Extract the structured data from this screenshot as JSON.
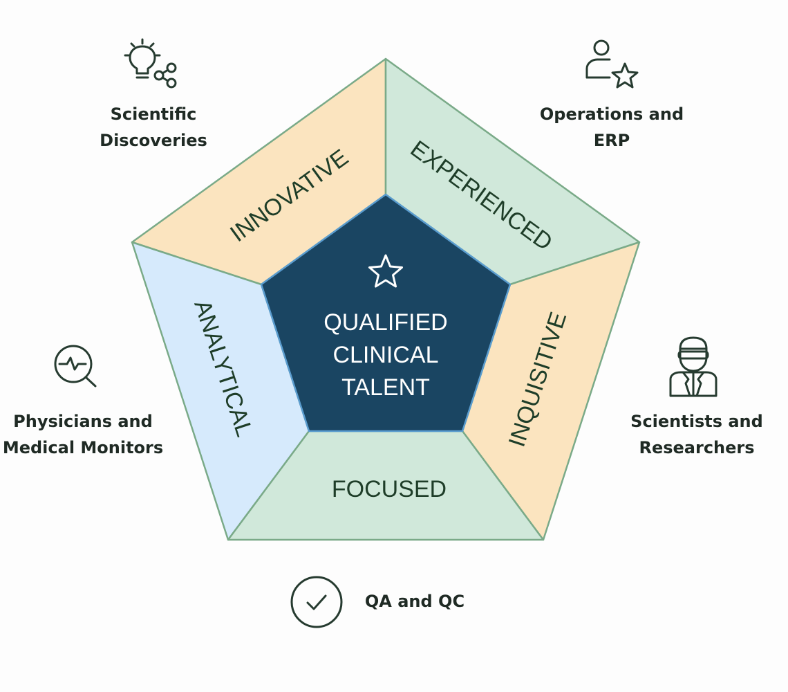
{
  "colors": {
    "innovative": "#fbe4bf",
    "experienced": "#d0e8da",
    "analytical": "#d6eafc",
    "inquisitive": "#fbe4bf",
    "focused": "#d0e8da",
    "outline": "#7aaa88",
    "center_fill": "#1a4562",
    "center_stroke": "#5a9ccf",
    "segment_text": "#1e3d28",
    "center_text": "#ffffff",
    "icon_stroke": "#263b30"
  },
  "center": {
    "lines": [
      "QUALIFIED",
      "CLINICAL",
      "TALENT"
    ],
    "icon": "star-icon"
  },
  "segments": {
    "innovative": "INNOVATIVE",
    "experienced": "EXPERIENCED",
    "analytical": "ANALYTICAL",
    "inquisitive": "INQUISITIVE",
    "focused": "FOCUSED"
  },
  "captions": {
    "scientific_discoveries": {
      "lines": [
        "Scientific",
        "Discoveries"
      ],
      "icon": "lightbulb-share-icon"
    },
    "operations_erp": {
      "lines": [
        "Operations and",
        "ERP"
      ],
      "icon": "user-star-icon"
    },
    "physicians_monitors": {
      "lines": [
        "Physicians and",
        "Medical Monitors"
      ],
      "icon": "search-heartbeat-icon"
    },
    "scientists_researchers": {
      "lines": [
        "Scientists and",
        "Researchers"
      ],
      "icon": "scientist-icon"
    },
    "qa_qc": {
      "lines": [
        "QA and QC"
      ],
      "icon": "check-circle-icon"
    }
  }
}
